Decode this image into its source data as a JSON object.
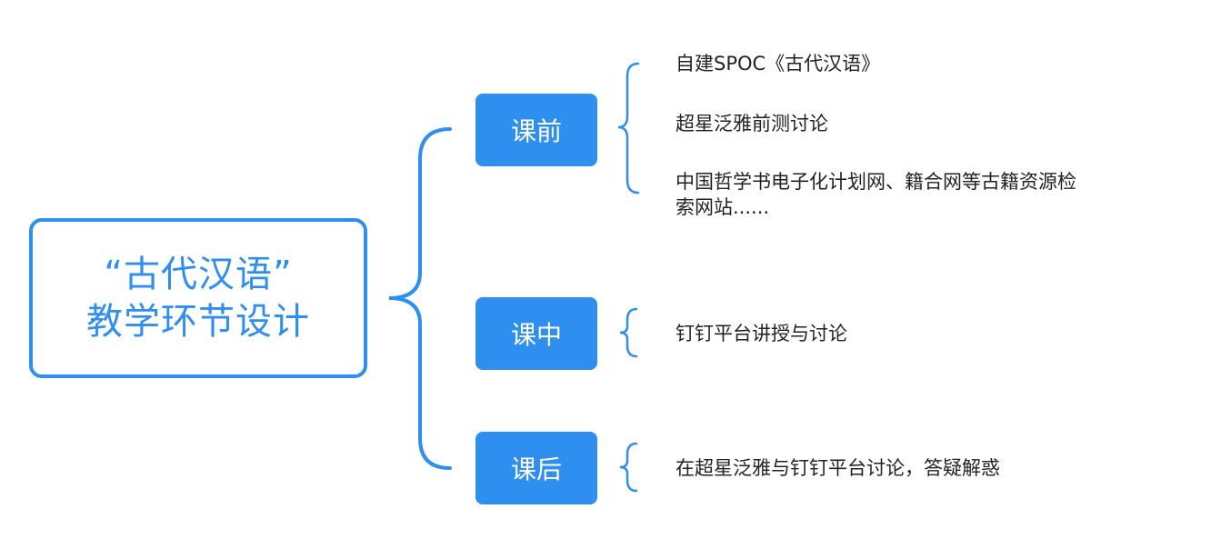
{
  "root": {
    "line1": "“古代汉语”",
    "line2": "教学环节设计"
  },
  "phases": [
    {
      "label": "课前",
      "items": [
        "自建SPOC《古代汉语》",
        "超星泛雅前测讨论",
        "中国哲学书电子化计划网、籍合网等古籍资源检",
        "索网站......"
      ]
    },
    {
      "label": "课中",
      "items": [
        "钉钉平台讲授与讨论"
      ]
    },
    {
      "label": "课后",
      "items": [
        "在超星泛雅与钉钉平台讨论，答疑解惑"
      ]
    }
  ],
  "colors": {
    "accent": "#2e8ff0",
    "text": "#222222",
    "background": "#ffffff"
  }
}
